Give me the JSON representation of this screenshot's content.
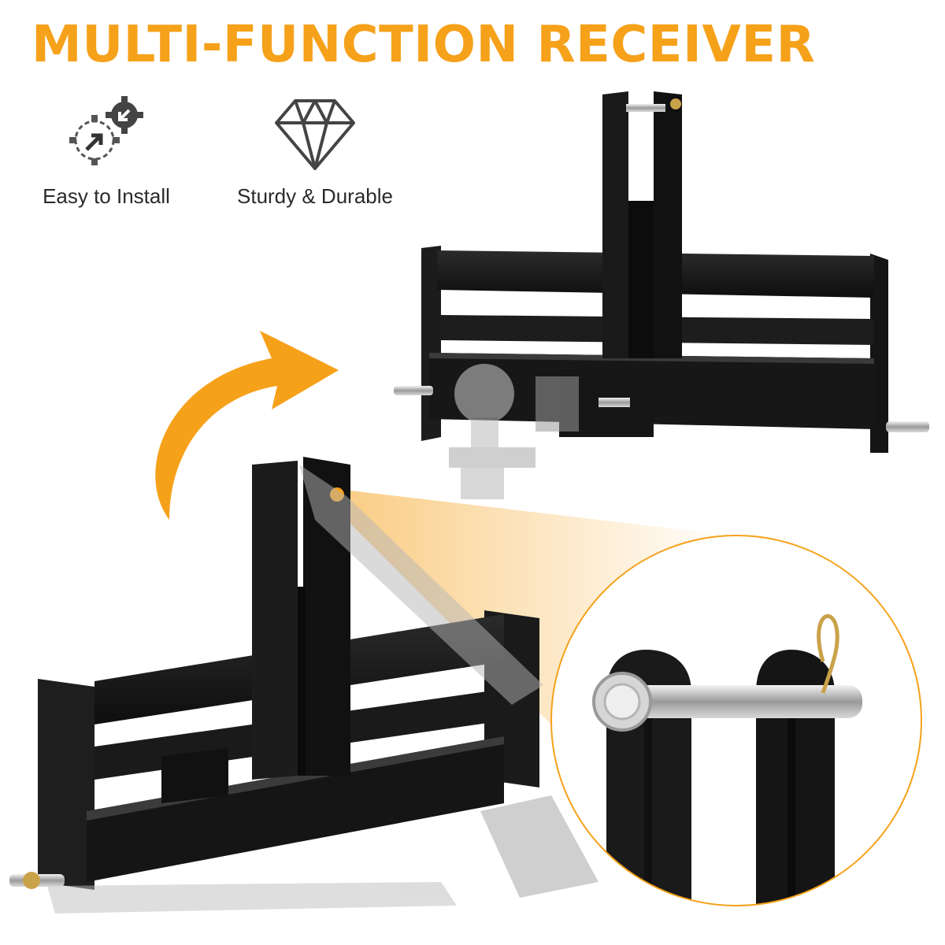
{
  "headline": "MULTI-FUNCTION RECEIVER",
  "features": [
    {
      "label": "Easy to Install",
      "icon": "gears-install-icon"
    },
    {
      "label": "Sturdy & Durable",
      "icon": "diamond-icon"
    }
  ],
  "colors": {
    "accent": "#f6a11a",
    "steel": "#141414",
    "text": "#2a2a2a"
  }
}
